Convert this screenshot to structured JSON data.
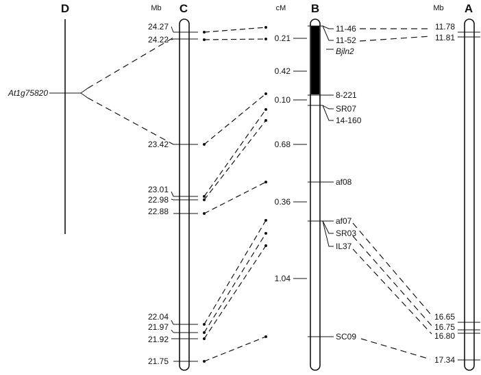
{
  "chromosomes": {
    "D": {
      "name": "D",
      "marker": "At1g75820"
    },
    "C": {
      "name": "C",
      "unit": "Mb",
      "positions": [
        "24.27",
        "24.22",
        "23.42",
        "23.01",
        "22.98",
        "22.88",
        "22.04",
        "21.97",
        "21.92",
        "21.75"
      ]
    },
    "B": {
      "name": "B",
      "unit": "cM",
      "distances": [
        "0.21",
        "0.42",
        "0.10",
        "0.68",
        "0.36",
        "1.04"
      ],
      "markers": [
        "11-46",
        "11-52",
        "Bjln2",
        "8-221",
        "SR07",
        "14-160",
        "af08",
        "af07",
        "SR03",
        "IL37",
        "SC09"
      ]
    },
    "A": {
      "name": "A",
      "unit": "Mb",
      "positions": [
        "11.78",
        "11.81",
        "16.65",
        "16.75",
        "16.80",
        "17.34"
      ]
    }
  },
  "colors": {
    "ink": "#111111",
    "background": "#ffffff",
    "region": "#000000"
  }
}
